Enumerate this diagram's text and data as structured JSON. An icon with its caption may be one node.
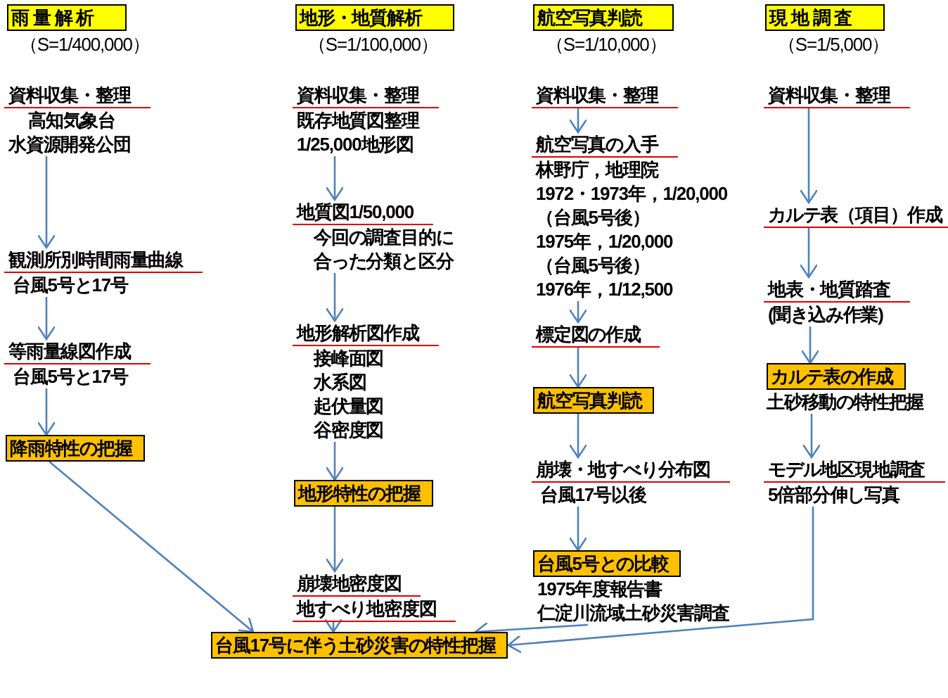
{
  "diagram": {
    "nodes": [
      {
        "text": [
          "雨 量 解 析"
        ],
        "beside": [
          "（S=1/400,000）"
        ]
      },
      {
        "text": [
          "資料収集・整理",
          "高知気象台",
          "水資源開発公団"
        ]
      },
      {
        "text": [
          "観測所別時間雨量曲線",
          "台風5号と17号"
        ]
      },
      {
        "text": [
          "等雨量線図作成",
          "台風5号と17号"
        ]
      },
      {
        "text": [
          "降雨特性の把握"
        ]
      },
      {
        "text": [
          "地形・地質解析"
        ],
        "beside": [
          "（S=1/100,000）"
        ]
      },
      {
        "text": [
          "資料収集・整理",
          "既存地質図整理",
          "1/25,000地形図"
        ]
      },
      {
        "text": [
          "地質図1/50,000",
          "今回の調査目的に合った分類と区分"
        ]
      },
      {
        "text": [
          "地形解析図作成",
          "接峰面図",
          "水系図",
          "起伏量図",
          "谷密度図"
        ]
      },
      {
        "text": [
          "地形特性の把握"
        ]
      },
      {
        "text": [
          "崩壊地密度図",
          "地すべり地密度図"
        ]
      },
      {
        "text": [
          "航空写真判読"
        ],
        "beside": [
          "（S=1/10,000）"
        ]
      },
      {
        "text": [
          "資料収集・整理"
        ]
      },
      {
        "text": [
          "航空写真の入手",
          "林野庁，地理院",
          "1972・1973年，1/20,000",
          "（台風5号後）",
          "1975年，1/20,000",
          "（台風5号後）",
          "1976年，1/12,500"
        ]
      },
      {
        "text": [
          "標定図の作成"
        ]
      },
      {
        "text": [
          "航空写真判読"
        ]
      },
      {
        "text": [
          "崩壊・地すべり分布図",
          "台風17号以後"
        ]
      },
      {
        "text": [
          "台風5号との比較",
          "1975年度報告書",
          "仁淀川流域土砂災害調査"
        ]
      },
      {
        "text": [
          "現 地 調 査"
        ],
        "beside": [
          "（S=1/5,000）"
        ]
      },
      {
        "text": [
          "資料収集・整理"
        ]
      },
      {
        "text": [
          "カルテ表（項目）作成"
        ]
      },
      {
        "text": [
          "地表・地質踏査",
          "(聞き込み作業)"
        ]
      },
      {
        "text": [
          "カルテ表の作成",
          "土砂移動の特性把握"
        ]
      },
      {
        "text": [
          "モデル地区現地調査",
          "5倍部分伸し写真"
        ]
      },
      {
        "text": [
          "台風17号に伴う土砂災害の特性把握"
        ]
      }
    ],
    "edges": [
      {
        "from": 1,
        "to": 2,
        "arrow": "to"
      },
      {
        "from": 2,
        "to": 3,
        "arrow": "to"
      },
      {
        "from": 3,
        "to": 4,
        "arrow": "to"
      },
      {
        "from": 4,
        "to": 24,
        "arrow": "to"
      },
      {
        "from": 6,
        "to": 7,
        "arrow": "to"
      },
      {
        "from": 7,
        "to": 8,
        "arrow": "to"
      },
      {
        "from": 8,
        "to": 9,
        "arrow": "to"
      },
      {
        "from": 9,
        "to": 10,
        "arrow": "to"
      },
      {
        "from": 10,
        "to": 24,
        "arrow": "to"
      },
      {
        "from": 12,
        "to": 13,
        "arrow": "to"
      },
      {
        "from": 13,
        "to": 14,
        "arrow": "to"
      },
      {
        "from": 14,
        "to": 15,
        "arrow": "to"
      },
      {
        "from": 15,
        "to": 16,
        "arrow": "to"
      },
      {
        "from": 16,
        "to": 17,
        "arrow": "to"
      },
      {
        "from": 17,
        "to": 24,
        "arrow": "to"
      },
      {
        "from": 19,
        "to": 20,
        "arrow": "to"
      },
      {
        "from": 20,
        "to": 21,
        "arrow": "to"
      },
      {
        "from": 21,
        "to": 22,
        "arrow": "to"
      },
      {
        "from": 22,
        "to": 23,
        "arrow": "to"
      },
      {
        "from": 23,
        "to": 24,
        "arrow": "to"
      }
    ]
  }
}
